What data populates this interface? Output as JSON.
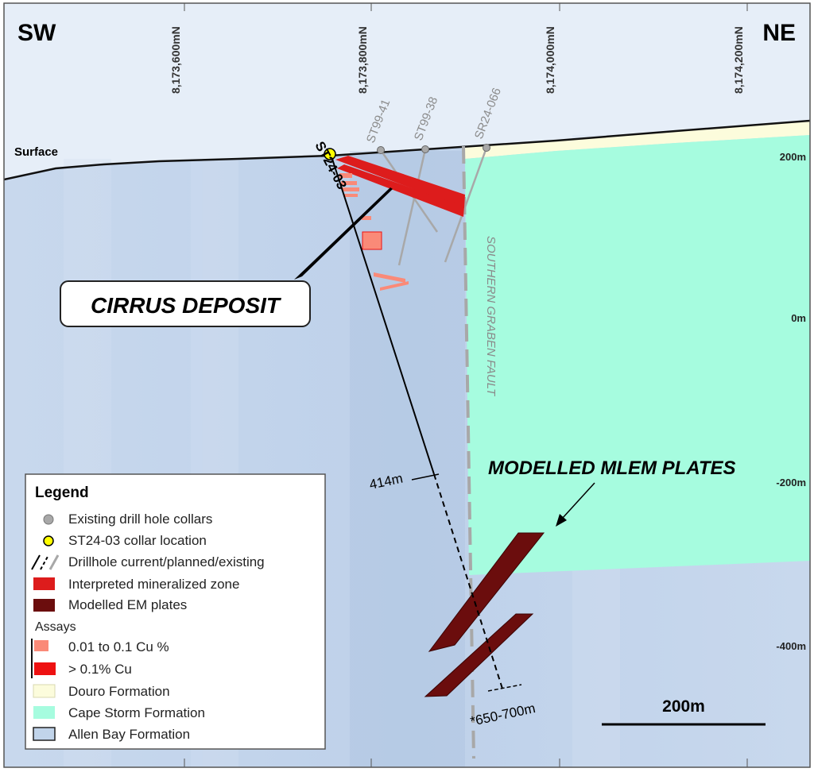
{
  "compass": {
    "left": "SW",
    "right": "NE"
  },
  "northings": [
    "8,173,600mN",
    "8,173,800mN",
    "8,174,000mN",
    "8,174,200mN"
  ],
  "elevations": [
    "200m",
    "0m",
    "-200m",
    "-400m"
  ],
  "surface_label": "Surface",
  "drillholes": {
    "current": "ST24-03",
    "existing": [
      "ST99-41",
      "ST99-38",
      "SR24-066"
    ]
  },
  "fault_label": "SOUTHERN GRABEN FAULT",
  "callouts": {
    "deposit": "CIRRUS DEPOSIT",
    "plates": "MODELLED MLEM PLATES"
  },
  "depths": {
    "current_end": "414m",
    "planned_end": "*650-700m"
  },
  "scale_bar": {
    "label": "200m"
  },
  "legend": {
    "title": "Legend",
    "items": [
      {
        "label": "Existing drill hole collars",
        "icon": "grey-circle-icon",
        "color": "#a8a8a8"
      },
      {
        "label": "ST24-03 collar location",
        "icon": "yellow-circle-icon",
        "color": "#ffff00"
      },
      {
        "label": "Drillhole current/planned/existing",
        "icon": "drillhole-lines-icon",
        "color": "#000000"
      },
      {
        "label": "Interpreted mineralized zone",
        "icon": "red-swatch-icon",
        "color": "#dd1c1c"
      },
      {
        "label": "Modelled EM plates",
        "icon": "darkred-swatch-icon",
        "color": "#6b0d0d"
      }
    ],
    "assays_title": "Assays",
    "assays": [
      {
        "label": "0.01 to 0.1 Cu %",
        "color": "#fa8a78"
      },
      {
        "label": "> 0.1% Cu",
        "color": "#ee1111"
      }
    ],
    "formations": [
      {
        "label": "Douro Formation",
        "color": "#fcfcdc"
      },
      {
        "label": "Cape Storm Formation",
        "color": "#a6fcdf"
      },
      {
        "label": "Allen Bay Formation",
        "color": "#c1d4ea"
      }
    ]
  },
  "colors": {
    "allen_bay": "#c1d4ea",
    "cape_storm": "#a6fcdf",
    "douro": "#fcfcdc",
    "sky": "#e6eef8",
    "mineralized": "#dd1c1c",
    "em_plate": "#6b0d0d",
    "existing_hole": "#a8a8a8"
  }
}
